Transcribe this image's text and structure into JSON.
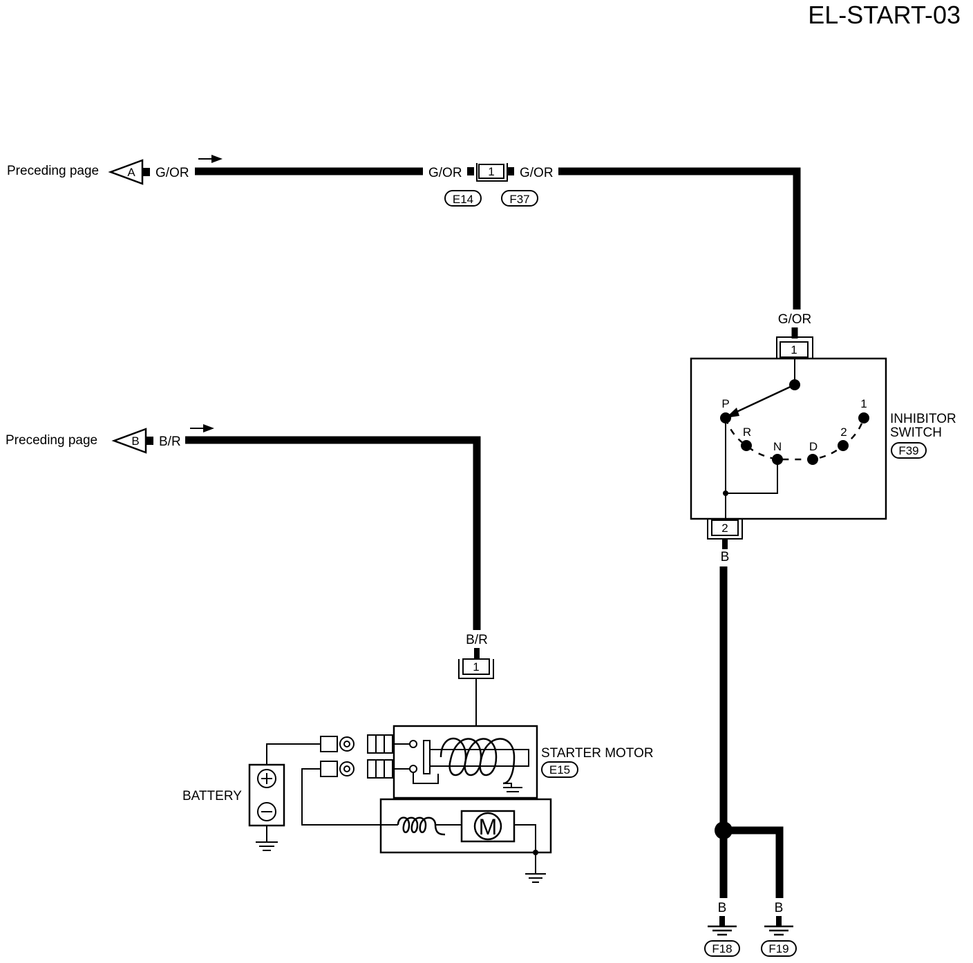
{
  "page_code": "EL-START-03",
  "off_page": {
    "a": {
      "text": "Preceding page",
      "letter": "A",
      "wire_color": "G/OR"
    },
    "b": {
      "text": "Preceding page",
      "letter": "B",
      "wire_color": "B/R"
    }
  },
  "harness_connector": {
    "pin": "1",
    "left_wire_color": "G/OR",
    "right_wire_color": "G/OR",
    "left_id": "E14",
    "right_id": "F37"
  },
  "inhibitor_switch": {
    "name_line1": "INHIBITOR",
    "name_line2": "SWITCH",
    "connector_id": "F39",
    "input_pin": "1",
    "output_pin": "2",
    "input_wire_color": "G/OR",
    "output_wire_color": "B",
    "positions": [
      "P",
      "R",
      "N",
      "D",
      "2",
      "1"
    ]
  },
  "starter_motor": {
    "name": "STARTER MOTOR",
    "connector_id": "E15",
    "pin": "1",
    "wire_color": "B/R",
    "motor_symbol": "M"
  },
  "battery": {
    "name": "BATTERY"
  },
  "grounds": [
    {
      "connector_id": "F18",
      "wire_color": "B"
    },
    {
      "connector_id": "F19",
      "wire_color": "B"
    }
  ]
}
